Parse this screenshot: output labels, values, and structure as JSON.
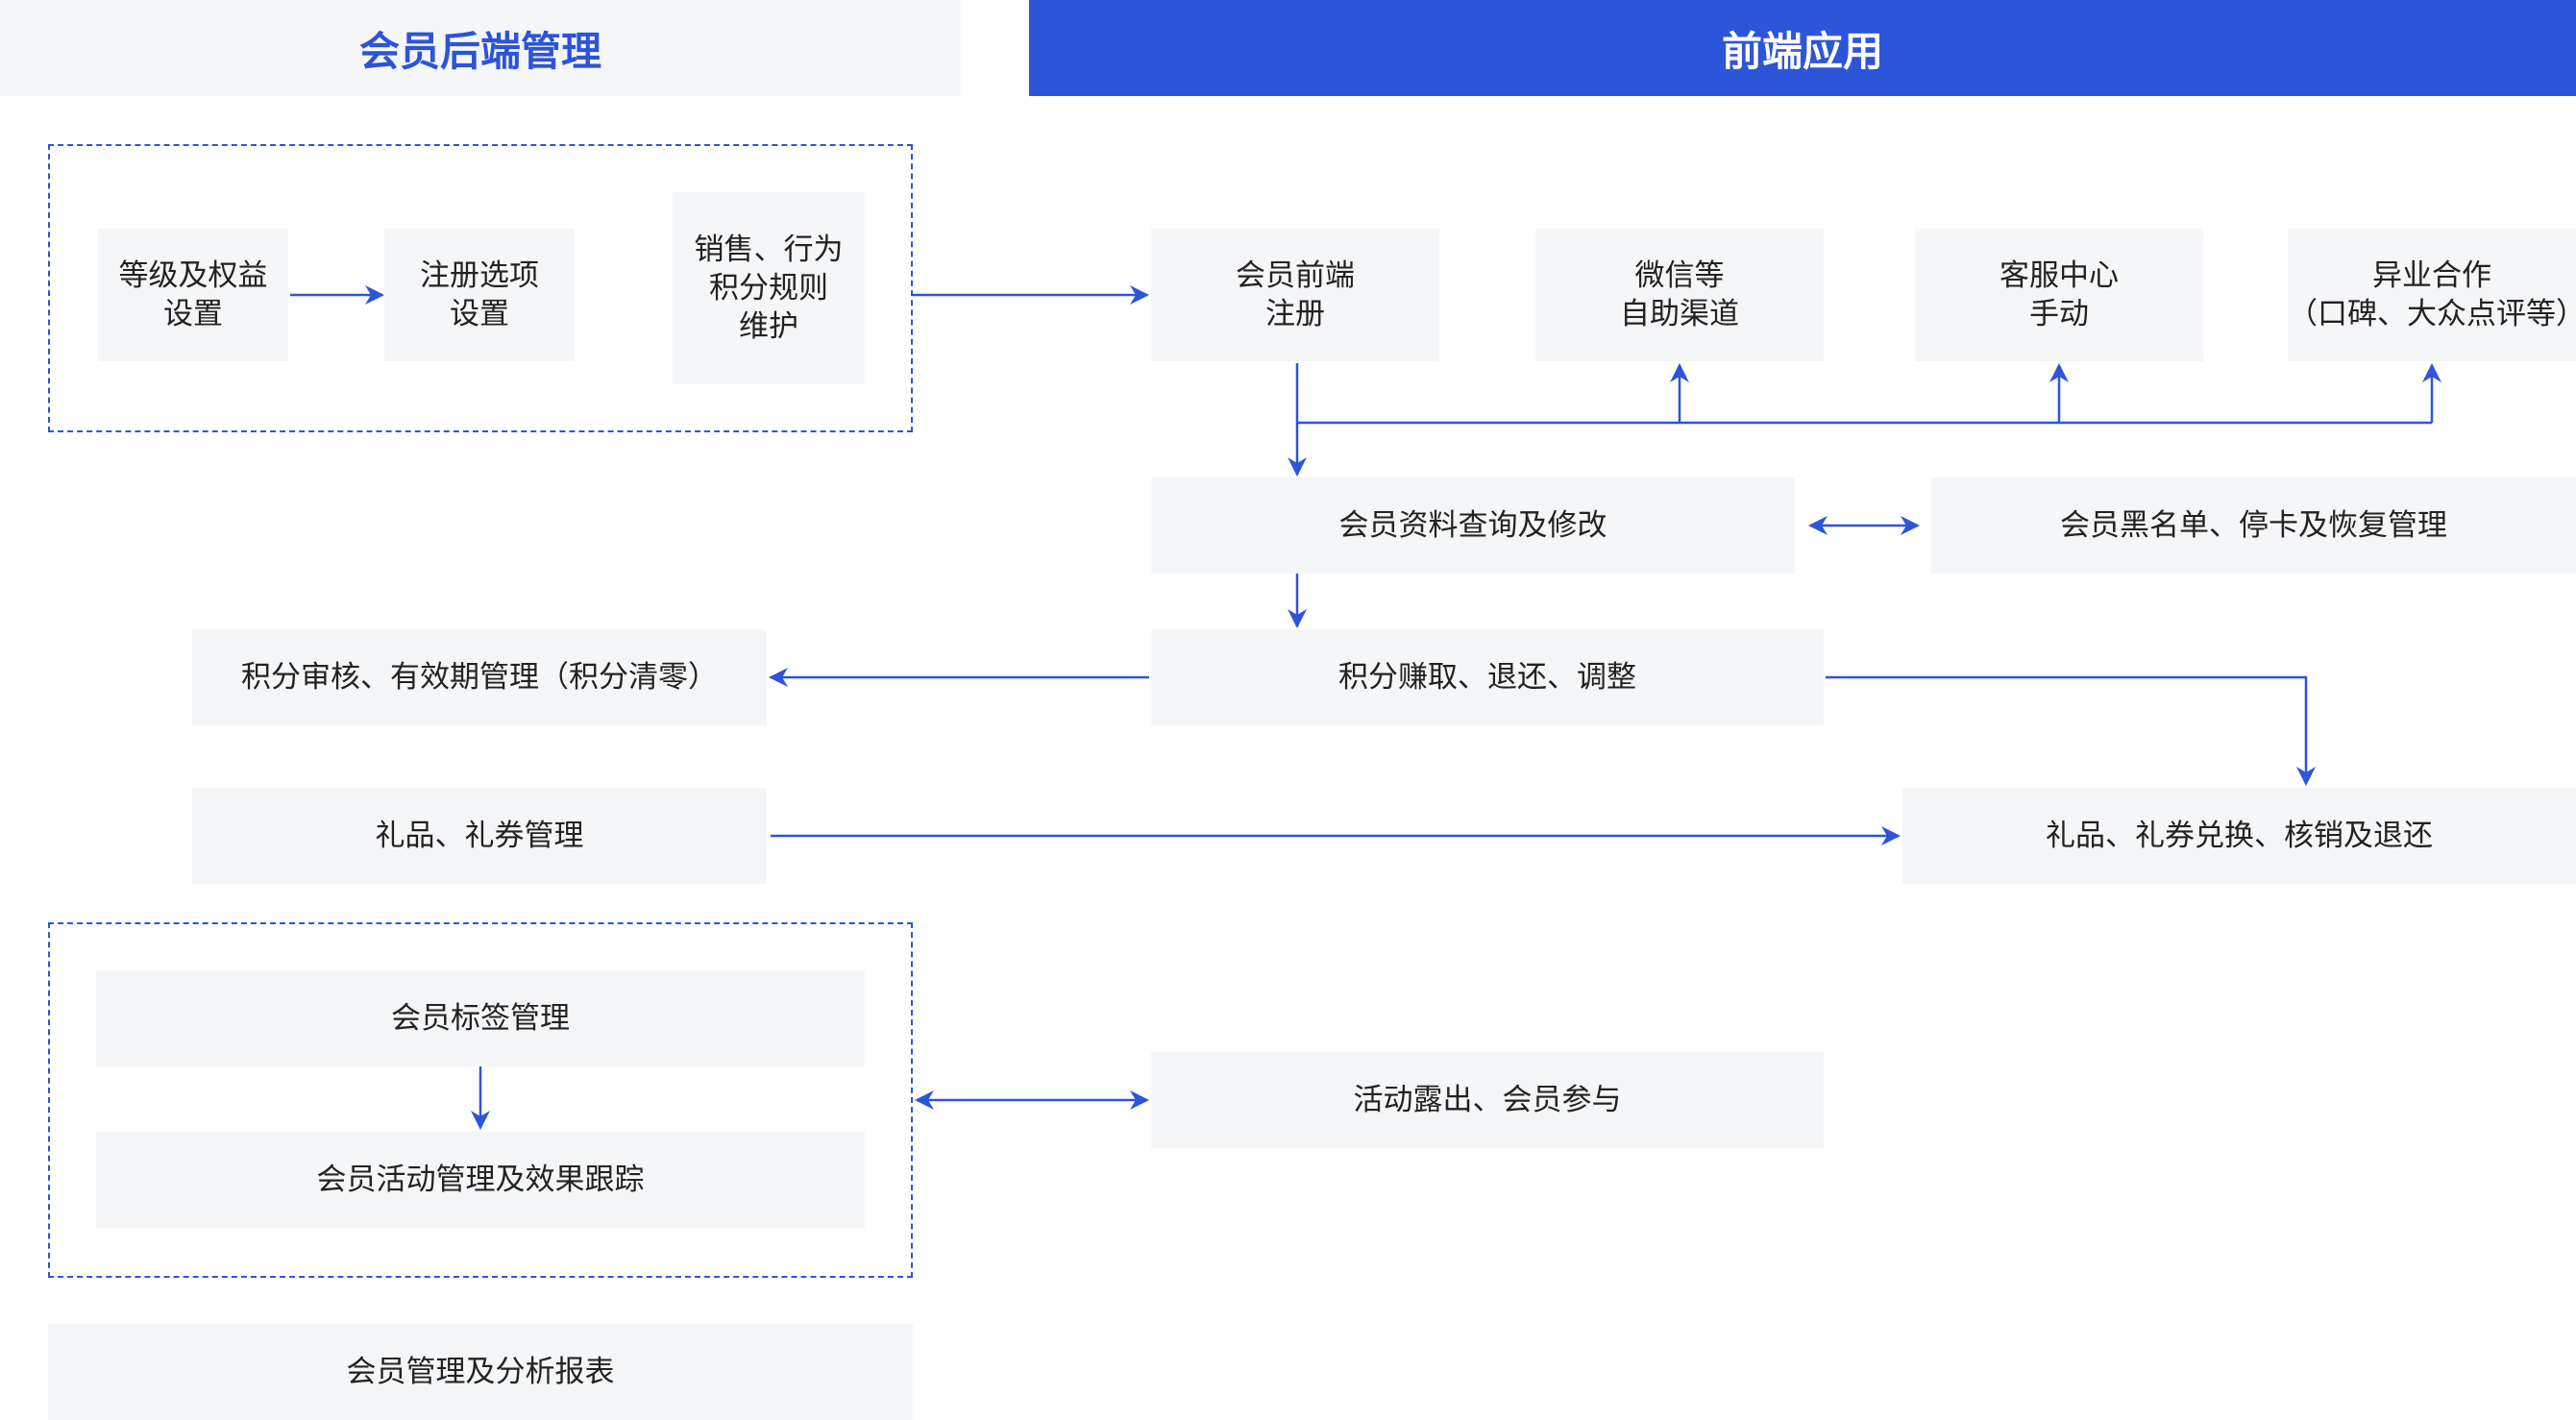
{
  "headers": {
    "left": "会员后端管理",
    "right": "前端应用"
  },
  "backend": {
    "grade_rights": "等级及权益\n设置",
    "register_options": "注册选项\n设置",
    "points_rules": "销售、行为\n积分规则\n维护",
    "points_audit": "积分审核、有效期管理（积分清零）",
    "gift_voucher_mgmt": "礼品、礼券管理",
    "tag_mgmt": "会员标签管理",
    "activity_mgmt": "会员活动管理及效果跟踪",
    "report": "会员管理及分析报表"
  },
  "frontend": {
    "member_register": "会员前端\n注册",
    "wechat_selfservice": "微信等\n自助渠道",
    "customer_service": "客服中心\n手动",
    "cross_industry": "异业合作\n（口碑、大众点评等）",
    "profile_query": "会员资料查询及修改",
    "blacklist": "会员黑名单、停卡及恢复管理",
    "points_earn": "积分赚取、退还、调整",
    "gift_redeem": "礼品、礼券兑换、核销及退还",
    "activity_exposure": "活动露出、会员参与"
  },
  "colors": {
    "accent": "#2d55d9",
    "box_bg": "#f5f6f8"
  }
}
